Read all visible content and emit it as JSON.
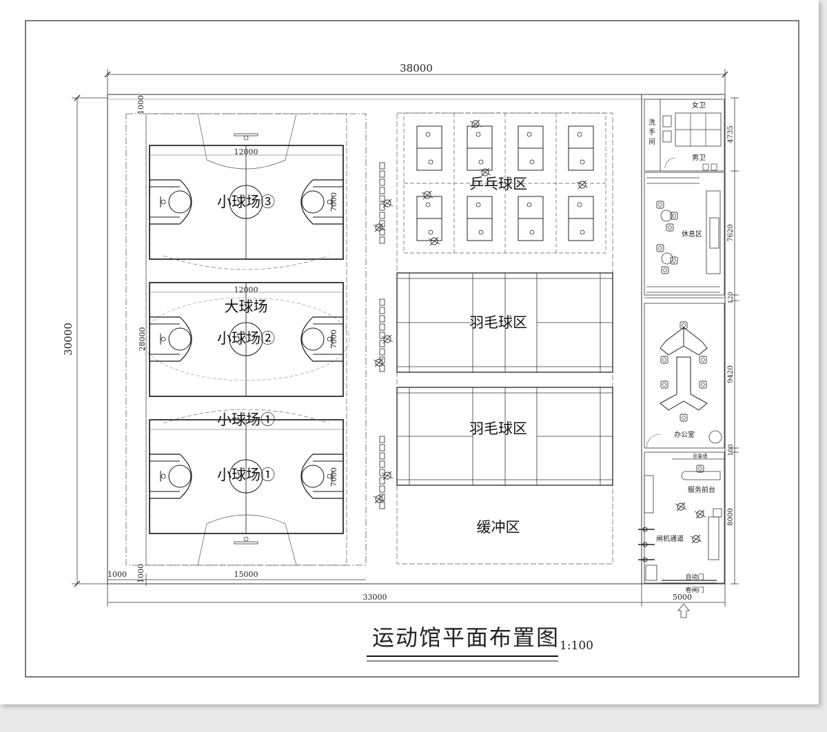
{
  "dimensions": {
    "overall_width": "38000",
    "overall_height": "30000",
    "left_width": "33000",
    "right_width": "5000",
    "court_area_width": "15000",
    "edge_left": "1000",
    "edge_bottom": "1000",
    "edge_top": "1000",
    "big_court_length": "28000",
    "court_length": "12000",
    "court_width": "7000",
    "restroom_depth": "4735",
    "lounge_depth": "7620",
    "gap_a": "120",
    "office_depth": "9420",
    "gap_b": "100",
    "lobby_depth": "8000"
  },
  "courts": {
    "small_3": "小球场③",
    "big": "大球场",
    "small_2": "小球场②",
    "small_1a": "小球场①",
    "small_1b": "小球场①"
  },
  "zones": {
    "table_tennis": "乒乓球区",
    "badminton_a": "羽毛球区",
    "badminton_b": "羽毛球区",
    "buffer": "缓冲区"
  },
  "rooms": {
    "womens_wc": "女卫",
    "mens_wc": "男卫",
    "washroom_1": "洗",
    "washroom_2": "手",
    "washroom_3": "间",
    "lounge": "休息区",
    "office": "办公室",
    "image_wall": "形象墙",
    "reception": "服务前台",
    "gate_passage": "闸机通道",
    "auto_door": "自动门",
    "rolling_door": "卷闸门"
  },
  "title": {
    "main": "运动馆平面布置图",
    "scale": "1:100"
  }
}
